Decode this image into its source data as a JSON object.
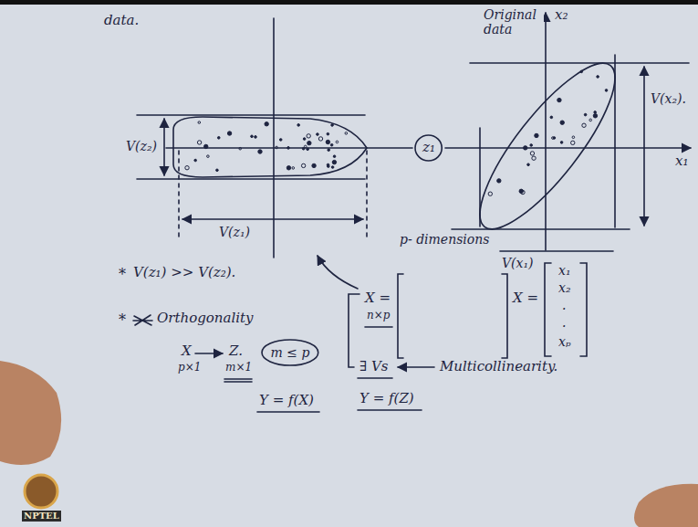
{
  "diagram": {
    "nodes": [
      {
        "text": [
          "z₁"
        ]
      },
      {
        "text": [
          "m ≤ p"
        ]
      }
    ],
    "labels": [
      "data.",
      "Original data",
      "x₂",
      "x₁",
      "V(x₂).",
      "V(z₂)",
      "V(z₁)",
      "V(x₁)",
      "p- dimensions",
      "*",
      "V(z₁) >> V(z₂).",
      "*",
      "Orthogonality",
      "X",
      "p×1",
      "Z.",
      "m×1",
      "Y = f(X)",
      "X =",
      "n×p",
      "X =",
      "x₁",
      "x₂",
      ".",
      ".",
      "xₚ",
      "∃ Vs",
      "Multicollinearity.",
      "Y = f(Z)",
      "NPTEL"
    ]
  }
}
